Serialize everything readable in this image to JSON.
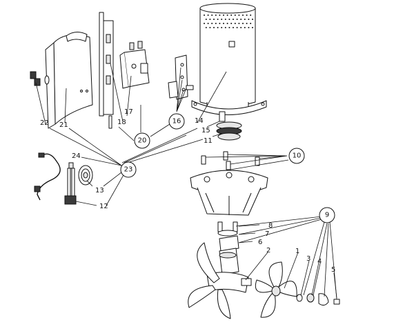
{
  "labels": {
    "p1": "1",
    "p2": "2",
    "p3": "3",
    "p4": "4",
    "p5": "5",
    "p6": "6",
    "p7": "7",
    "p8": "8",
    "p9": "9",
    "p10": "10",
    "p11": "11",
    "p12": "12",
    "p13": "13",
    "p14": "14",
    "p15": "15",
    "p16": "16",
    "p17": "17",
    "p18": "18",
    "p20": "20",
    "p21": "21",
    "p22": "22",
    "p23": "23",
    "p24": "24"
  }
}
